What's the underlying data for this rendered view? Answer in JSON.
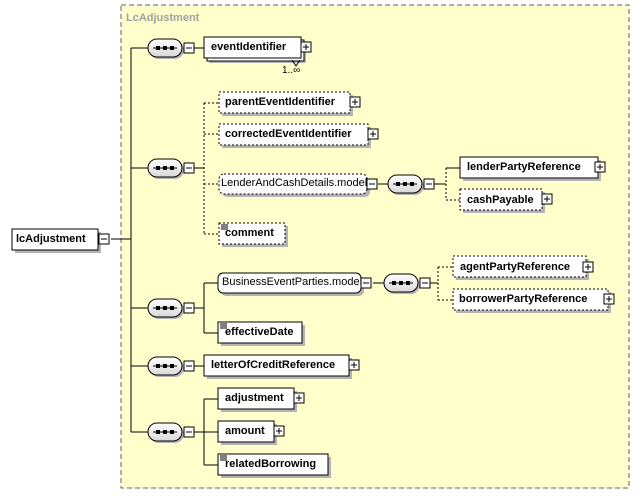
{
  "diagram": {
    "root": {
      "label": "lcAdjustment"
    },
    "type_box": {
      "title": "LcAdjustment"
    },
    "elements": {
      "event_identifier": {
        "label": "eventIdentifier",
        "occurrence": "1..∞"
      },
      "parent_event_identifier": {
        "label": "parentEventIdentifier"
      },
      "corrected_event_identifier": {
        "label": "correctedEventIdentifier"
      },
      "lender_and_cash_details": {
        "label": "LenderAndCashDetails.model"
      },
      "lender_party_reference": {
        "label": "lenderPartyReference"
      },
      "cash_payable": {
        "label": "cashPayable"
      },
      "comment": {
        "label": "comment"
      },
      "business_event_parties": {
        "label": "BusinessEventParties.model"
      },
      "agent_party_reference": {
        "label": "agentPartyReference"
      },
      "borrower_party_reference": {
        "label": "borrowerPartyReference"
      },
      "effective_date": {
        "label": "effectiveDate"
      },
      "letter_of_credit_reference": {
        "label": "letterOfCreditReference"
      },
      "adjustment": {
        "label": "adjustment"
      },
      "amount": {
        "label": "amount"
      },
      "related_borrowing": {
        "label": "relatedBorrowing"
      }
    }
  }
}
